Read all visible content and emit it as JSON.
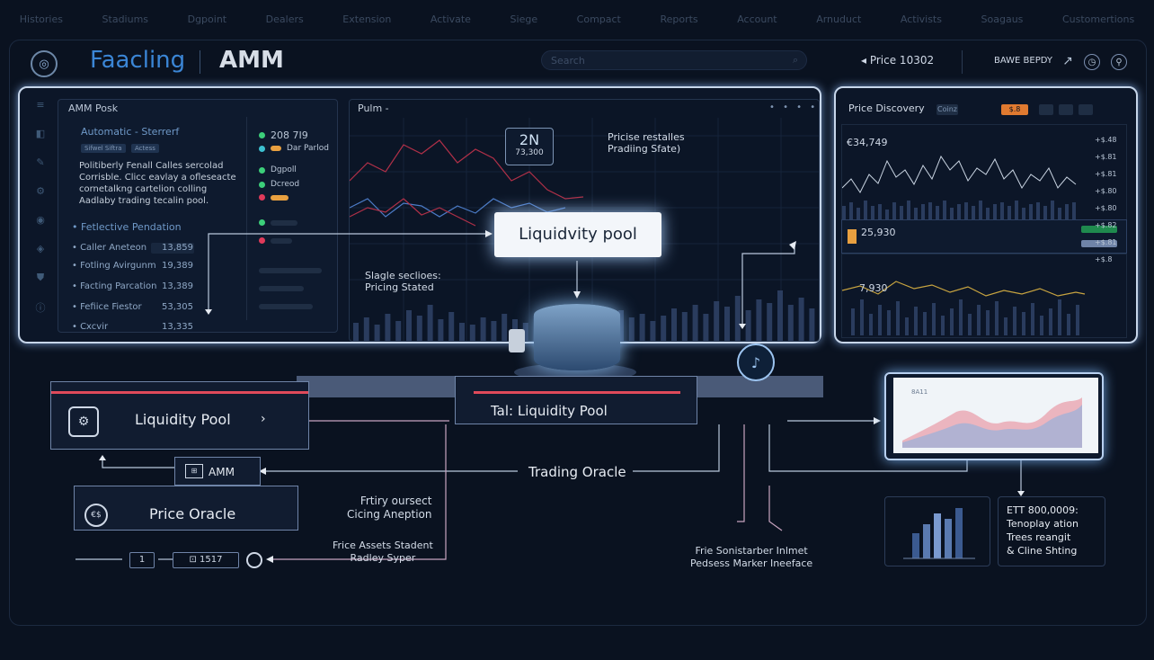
{
  "topnav": [
    "Histories",
    "Stadiums",
    "Dgpoint",
    "Dealers",
    "Extension",
    "Activate",
    "Siege",
    "Compact",
    "Reports",
    "Account",
    "Arnuduct",
    "Activists",
    "Soagaus",
    "Customertions"
  ],
  "header": {
    "brand": "Faacling",
    "product": "AMM",
    "search_placeholder": "Search",
    "price": "Price 10302",
    "account": "BAWE BEPDY"
  },
  "amm_panel": {
    "title": "AMM Posk",
    "subtitle": "Automatic - Sterrerf",
    "chips": [
      "Sifwel Siftra",
      "Actess"
    ],
    "description": [
      "Politiberly Fenall Calles sercolad",
      "Corrisble. Clicc eavlay a ofleseacte",
      "cornetalkng cartelion colling",
      "Aadlaby trading tecalin pool."
    ],
    "list_title": "Fetlective Pendation",
    "rows": [
      {
        "label": "Caller Aneteon",
        "value": "13,859"
      },
      {
        "label": "Fotling Avirgunm",
        "value": "19,389"
      },
      {
        "label": "Facting Parcation",
        "value": "13,389"
      },
      {
        "label": "Fefiice Fiestor",
        "value": "53,305"
      },
      {
        "label": "Cxcvir",
        "value": "13,335"
      }
    ],
    "legend": [
      {
        "label": "208 7I9",
        "color": "#3ccf7a"
      },
      {
        "label": "Dar Parlod",
        "color": "#3ccf7a"
      },
      {
        "label": "Dgpoll",
        "color": "#3ccf7a"
      },
      {
        "label": "Dcreod",
        "color": "#3ccf7a"
      },
      {
        "label": "",
        "color": "#e03a5a"
      }
    ]
  },
  "chart_panel": {
    "title": "Pulm -",
    "controls": "• • • •",
    "callout_value": "2N",
    "callout_sub": "73,300",
    "note1": [
      "Pricise restalles",
      "Pradiing Sfate)"
    ],
    "note2": [
      "Slagle seclioes:",
      "Pricing Stated"
    ],
    "liquidity_label": "Liquidvity pool"
  },
  "price_discovery": {
    "title": "Price Discovery",
    "chip1": "Coinz",
    "chip2": "$.8",
    "value1": "€34,749",
    "value2": "25,930",
    "value3": "7,930",
    "right_vals": [
      "+$.48",
      "+$.81",
      "+$.81",
      "+$.80",
      "+$.80",
      "+$.82",
      "+$.81",
      "+$.8"
    ]
  },
  "diagram": {
    "liquidity_pool": "Liquidity Pool",
    "amm_small": "AMM",
    "price_oracle": "Price Oracle",
    "tal_pool": "Tal: Liquidity Pool",
    "trading_oracle": "Trading Oracle",
    "text1": [
      "Frtiry oursect",
      "Cicing Aneption"
    ],
    "text2": [
      "Frice Assets Stadent",
      "Radley Syper"
    ],
    "text3": [
      "Frie Sonistarber Inlmet",
      "Pedsess Marker Ineeface"
    ],
    "text4": [
      "ETT 800,0009:",
      "Tenoplay ation",
      "Trees reangit",
      "& Cline Shting"
    ],
    "tiny_a": "1",
    "tiny_b": "1517",
    "screen_label": "8A11"
  },
  "colors": {
    "accent": "#3b86d6",
    "red": "#e04a5a",
    "green": "#3ccf7a",
    "bg": "#0a1220"
  }
}
